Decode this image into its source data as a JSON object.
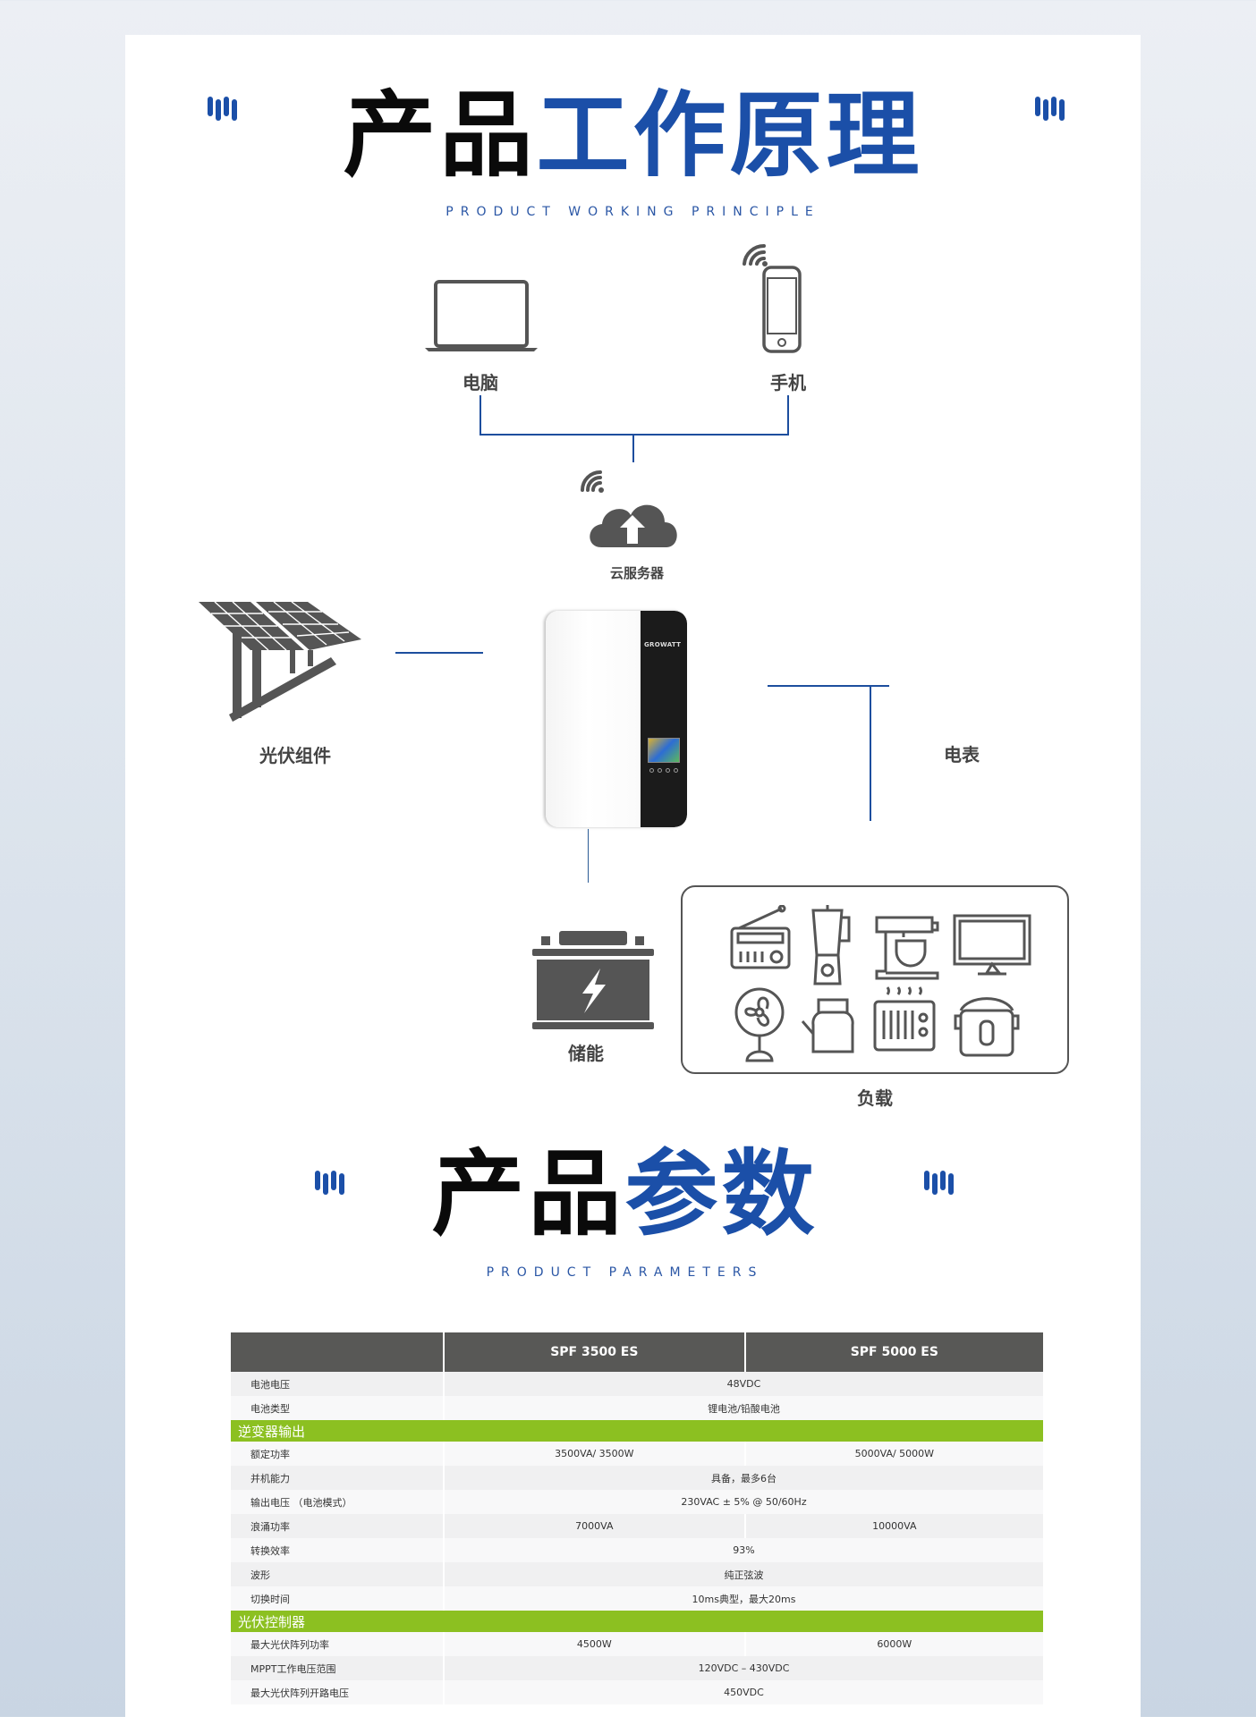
{
  "section1": {
    "title_black": "产品",
    "title_blue": "工作原理",
    "subtitle": "PRODUCT WORKING PRINCIPLE"
  },
  "diagram": {
    "computer_label": "电脑",
    "phone_label": "手机",
    "cloud_label": "云服务器",
    "pv_label": "光伏组件",
    "meter_label": "电表",
    "storage_label": "储能",
    "load_label": "负载",
    "inverter_brand": "GROWATT",
    "loads": [
      "radio",
      "blender",
      "stand-mixer",
      "monitor",
      "fan",
      "kettle",
      "toaster",
      "rice-cooker"
    ]
  },
  "section2": {
    "title_black": "产品",
    "title_blue": "参数",
    "subtitle": "PRODUCT PARAMETERS"
  },
  "table": {
    "headers": [
      "",
      "SPF 3500 ES",
      "SPF 5000 ES"
    ],
    "rows": [
      {
        "type": "row",
        "key": "电池电压",
        "merged": "48VDC"
      },
      {
        "type": "row",
        "key": "电池类型",
        "merged": "锂电池/铅酸电池"
      },
      {
        "type": "section",
        "label": "逆变器输出"
      },
      {
        "type": "row",
        "key": "额定功率",
        "a": "3500VA/ 3500W",
        "b": "5000VA/ 5000W"
      },
      {
        "type": "row",
        "key": "并机能力",
        "merged": "具备，最多6台"
      },
      {
        "type": "row",
        "key": "输出电压 （电池模式）",
        "merged": "230VAC ± 5% @ 50/60Hz"
      },
      {
        "type": "row",
        "key": "浪涌功率",
        "a": "7000VA",
        "b": "10000VA"
      },
      {
        "type": "row",
        "key": "转换效率",
        "merged": "93%"
      },
      {
        "type": "row",
        "key": "波形",
        "merged": "纯正弦波"
      },
      {
        "type": "row",
        "key": "切换时间",
        "merged": "10ms典型，最大20ms"
      },
      {
        "type": "section",
        "label": "光伏控制器"
      },
      {
        "type": "row",
        "key": "最大光伏阵列功率",
        "a": "4500W",
        "b": "6000W"
      },
      {
        "type": "row",
        "key": "MPPT工作电压范围",
        "merged": "120VDC – 430VDC"
      },
      {
        "type": "row",
        "key": "最大光伏阵列开路电压",
        "merged": "450VDC"
      }
    ]
  },
  "colors": {
    "brand_blue": "#1b4fa8",
    "section_green": "#8cc021",
    "header_gray": "#585856",
    "icon_gray": "#555555"
  }
}
